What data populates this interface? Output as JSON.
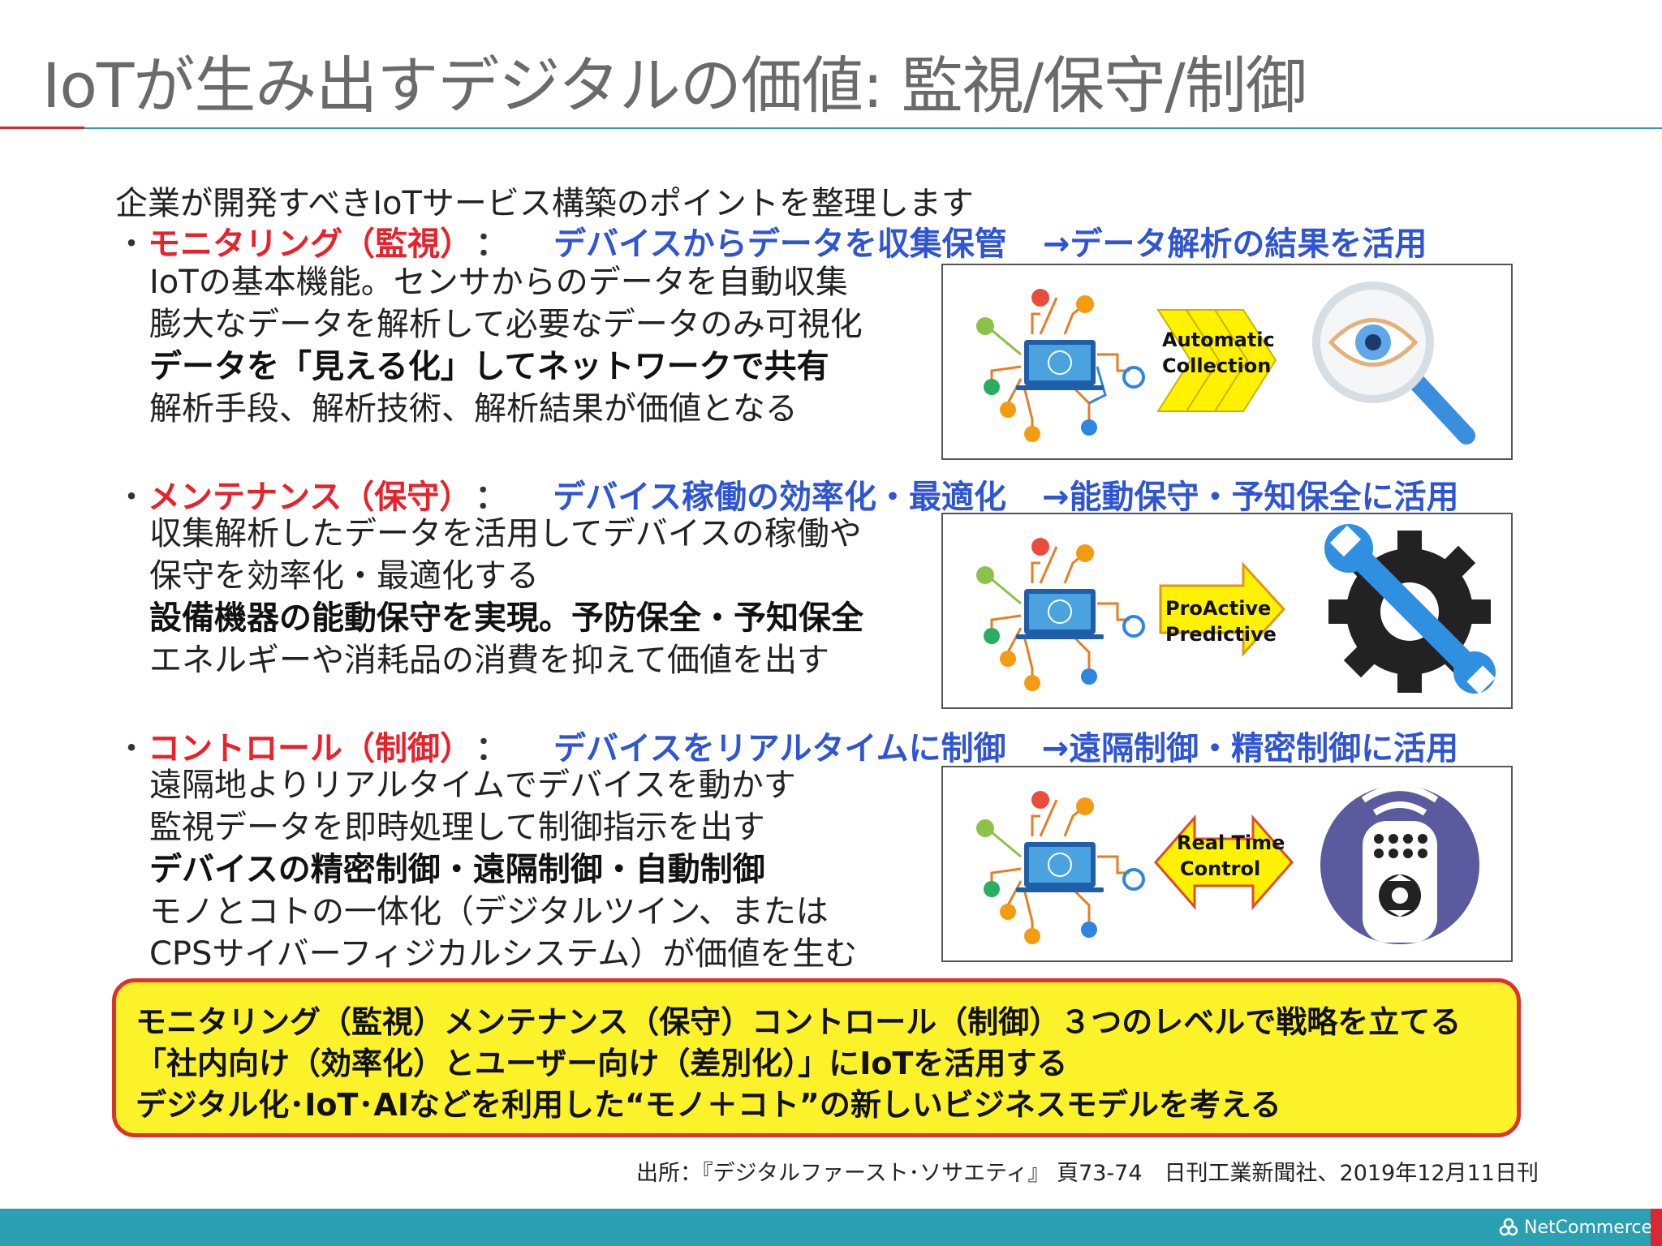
{
  "title": "IoTが生み出すデジタルの価値: 監視/保守/制御",
  "intro": "企業が開発すべきIoTサービス構築のポイントを整理します",
  "sections": [
    {
      "dot": "・",
      "name": "モニタリング（監視）",
      "colon": "：",
      "desc": "デバイスからデータを収集保管",
      "result": "→データ解析の結果を活用",
      "lines": [
        "IoTの基本機能。センサからのデータを自動収集",
        "膨大なデータを解析して必要なデータのみ可視化"
      ],
      "bold": "データを「見える化」してネットワークで共有",
      "after": [
        "解析手段、解析技術、解析結果が価値となる"
      ],
      "arrow_line1": "Automatic",
      "arrow_line2": "Collection",
      "icon": "magnifier-eye-icon"
    },
    {
      "dot": "・",
      "name": "メンテナンス（保守）",
      "colon": "：",
      "desc": "デバイス稼働の効率化・最適化",
      "result": "→能動保守・予知保全に活用",
      "lines": [
        "収集解析したデータを活用してデバイスの稼働や",
        "保守を効率化・最適化する"
      ],
      "bold": "設備機器の能動保守を実現。予防保全・予知保全",
      "after": [
        "エネルギーや消耗品の消費を抑えて価値を出す"
      ],
      "arrow_line1": "ProActive",
      "arrow_line2": "Predictive",
      "icon": "gear-wrench-icon"
    },
    {
      "dot": "・",
      "name": "コントロール（制御）",
      "colon": "：",
      "desc": "デバイスをリアルタイムに制御",
      "result": "→遠隔制御・精密制御に活用",
      "lines": [
        "遠隔地よりリアルタイムでデバイスを動かす",
        "監視データを即時処理して制御指示を出す"
      ],
      "bold": "デバイスの精密制御・遠隔制御・自動制御",
      "after": [
        "モノとコトの一体化（デジタルツイン、または",
        "CPSサイバーフィジカルシステム）が価値を生む"
      ],
      "arrow_line1": "Real Time",
      "arrow_line2": "Control",
      "icon": "remote-control-icon"
    }
  ],
  "summary": [
    "モニタリング（監視）メンテナンス（保守）コントロール（制御）３つのレベルで戦略を立てる",
    "「社内向け（効率化）とユーザー向け（差別化）」にIoTを活用する",
    "デジタル化･IoT･AIなどを利用した“モノ＋コト”の新しいビジネスモデルを考える"
  ],
  "source": "出所：『デジタルファースト･ソサエティ』 頁73-74　日刊工業新聞社、2019年12月11日刊",
  "footer": {
    "logo_text": "NetCommerce"
  },
  "colors": {
    "accent_red": "#e8212b",
    "accent_blue": "#2f55d4",
    "footer_teal": "#2ba0b2",
    "summary_yellow": "#fbf22a"
  }
}
